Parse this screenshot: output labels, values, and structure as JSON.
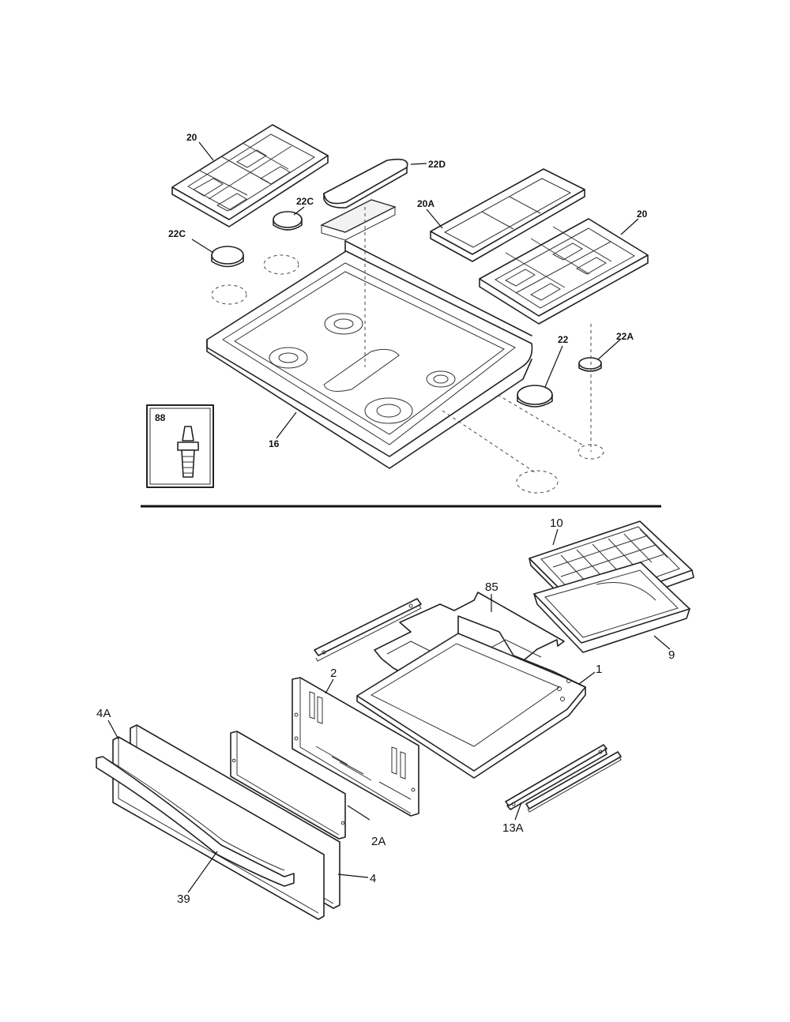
{
  "top_section": {
    "labels": {
      "grate_left": "20",
      "grate_right": "20",
      "center_grate": "20A",
      "griddle": "22D",
      "cap_left_a": "22C",
      "cap_left_b": "22C",
      "cap_large": "22",
      "cap_small": "22A",
      "cooktop": "16",
      "inset_part": "88"
    }
  },
  "bottom_section": {
    "labels": {
      "broiler_grid": "10",
      "broiler_pan": "9",
      "drawer_rack": "85",
      "drawer_body": "1",
      "drawer_back": "2",
      "drawer_inner_panel": "2A",
      "drawer_front_outer": "4A",
      "drawer_front": "4",
      "handle": "39",
      "slides": "13A"
    }
  }
}
